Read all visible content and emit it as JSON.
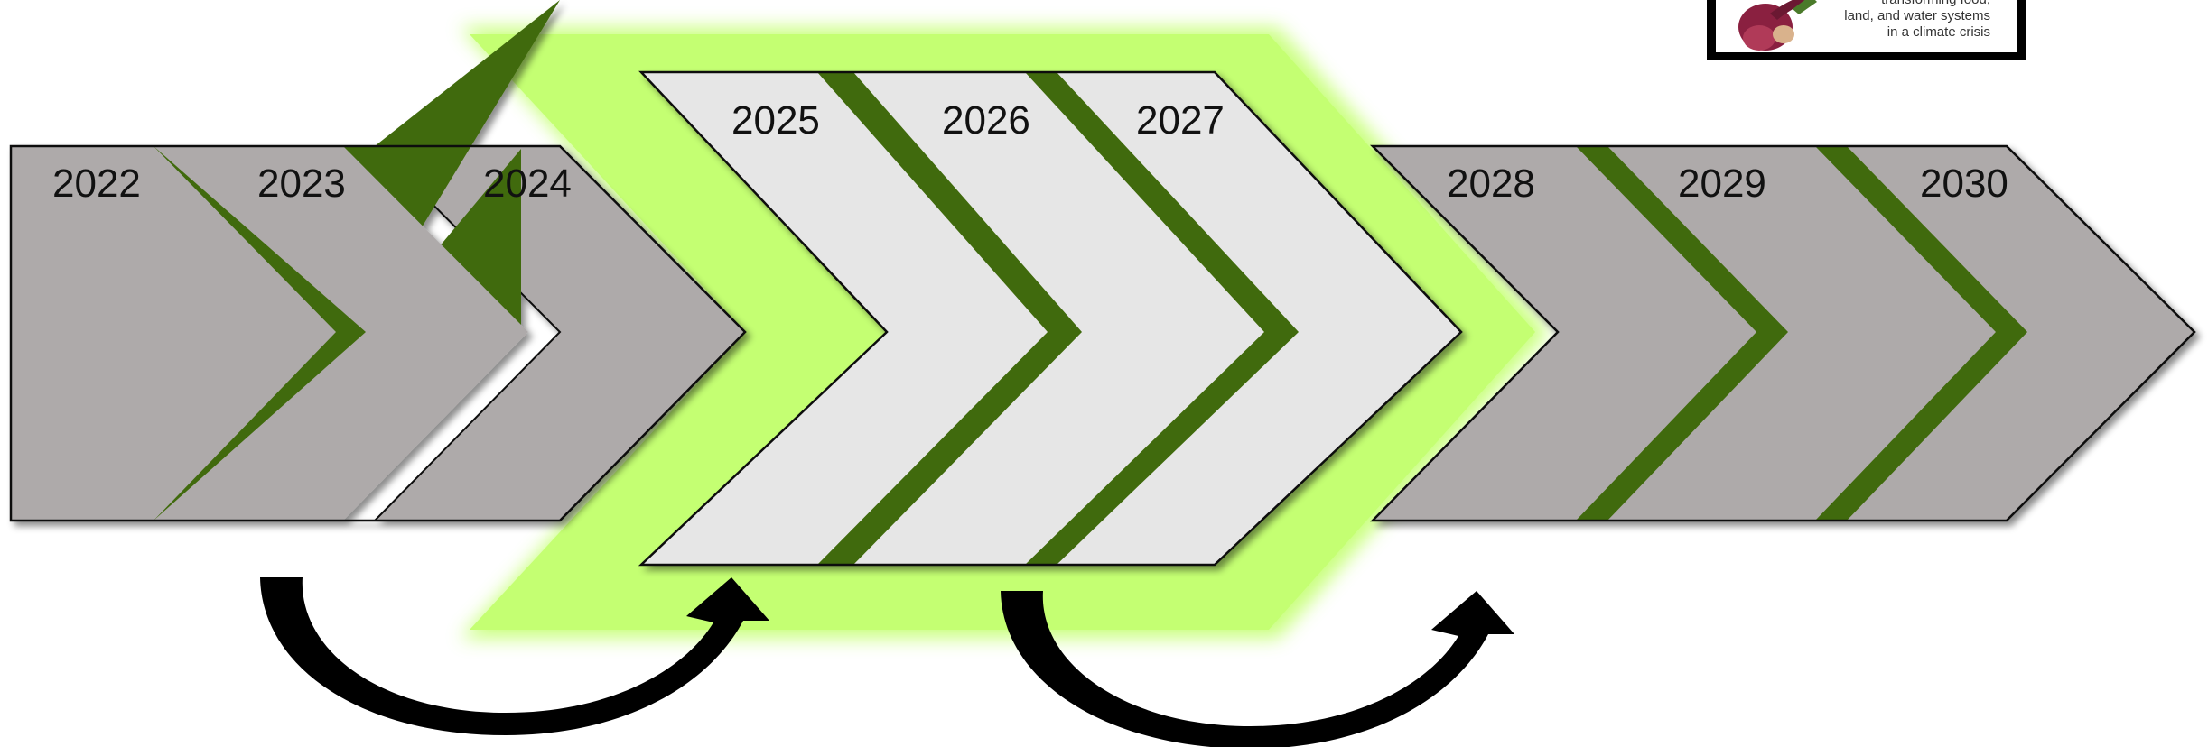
{
  "timeline": {
    "years": [
      "2022",
      "2023",
      "2024",
      "2025",
      "2026",
      "2027",
      "2028",
      "2029",
      "2030"
    ],
    "highlighted_years": [
      "2025",
      "2026",
      "2027"
    ]
  },
  "book_cover": {
    "lines": [
      "transforming food,",
      "land, and water systems",
      "in a climate crisis"
    ]
  },
  "colors": {
    "chevron_gray": "#aeaaaa",
    "chevron_light": "#e6e6e6",
    "highlight_green": "#c4ff72",
    "shadow_green": "#3f6a0a",
    "arrow": "#000000"
  }
}
